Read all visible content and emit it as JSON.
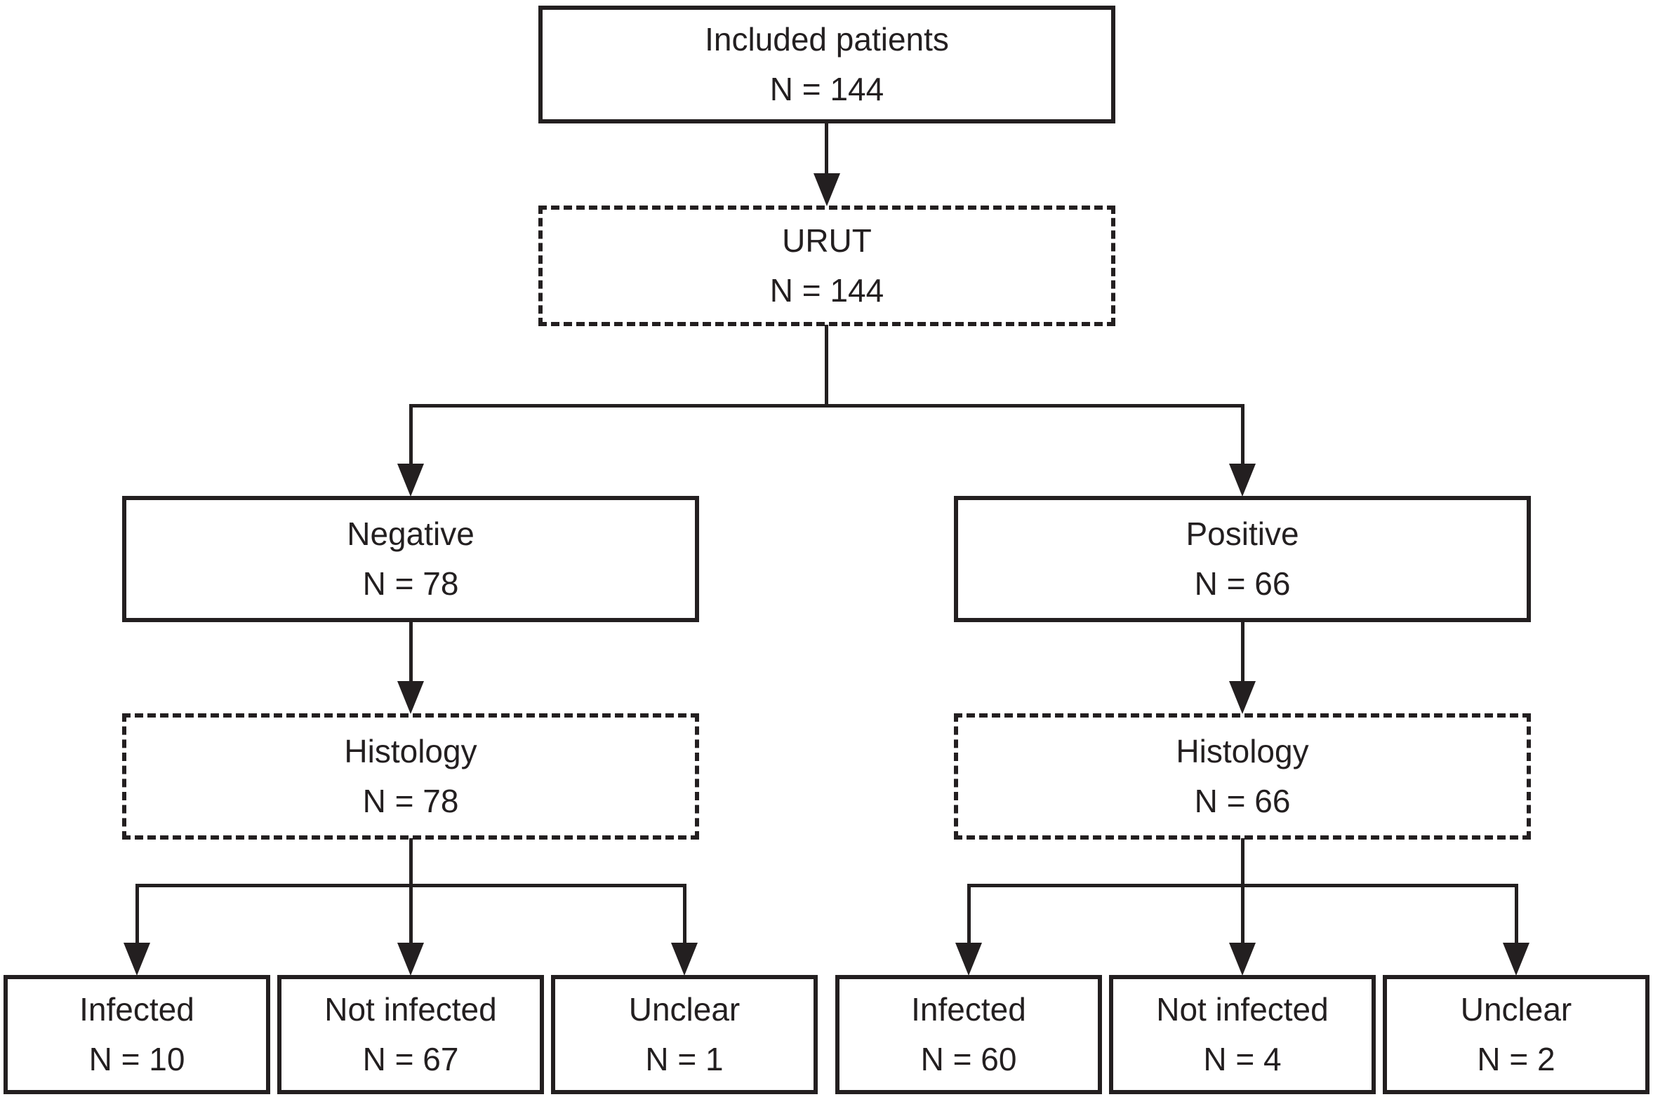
{
  "figure": {
    "background_color": "#ffffff",
    "line_color": "#231f20",
    "text_color": "#231f20"
  },
  "nodes": {
    "included": {
      "label": "Included patients",
      "count": "N = 144",
      "style": "solid"
    },
    "urut": {
      "label": "URUT",
      "count": "N = 144",
      "style": "dashed"
    },
    "negative": {
      "label": "Negative",
      "count": "N = 78",
      "style": "solid"
    },
    "positive": {
      "label": "Positive",
      "count": "N = 66",
      "style": "solid"
    },
    "histology_negative": {
      "label": "Histology",
      "count": "N = 78",
      "style": "dashed"
    },
    "histology_positive": {
      "label": "Histology",
      "count": "N = 66",
      "style": "dashed"
    },
    "negative_infected": {
      "label": "Infected",
      "count": "N = 10",
      "style": "solid"
    },
    "negative_not_infected": {
      "label": "Not infected",
      "count": "N = 67",
      "style": "solid"
    },
    "negative_unclear": {
      "label": "Unclear",
      "count": "N = 1",
      "style": "solid"
    },
    "positive_infected": {
      "label": "Infected",
      "count": "N = 60",
      "style": "solid"
    },
    "positive_not_infected": {
      "label": "Not infected",
      "count": "N = 4",
      "style": "solid"
    },
    "positive_unclear": {
      "label": "Unclear",
      "count": "N = 2",
      "style": "solid"
    }
  },
  "edges": [
    {
      "from": "included",
      "to": "urut"
    },
    {
      "from": "urut",
      "to": "negative"
    },
    {
      "from": "urut",
      "to": "positive"
    },
    {
      "from": "negative",
      "to": "histology_negative"
    },
    {
      "from": "positive",
      "to": "histology_positive"
    },
    {
      "from": "histology_negative",
      "to": "negative_infected"
    },
    {
      "from": "histology_negative",
      "to": "negative_not_infected"
    },
    {
      "from": "histology_negative",
      "to": "negative_unclear"
    },
    {
      "from": "histology_positive",
      "to": "positive_infected"
    },
    {
      "from": "histology_positive",
      "to": "positive_not_infected"
    },
    {
      "from": "histology_positive",
      "to": "positive_unclear"
    }
  ]
}
